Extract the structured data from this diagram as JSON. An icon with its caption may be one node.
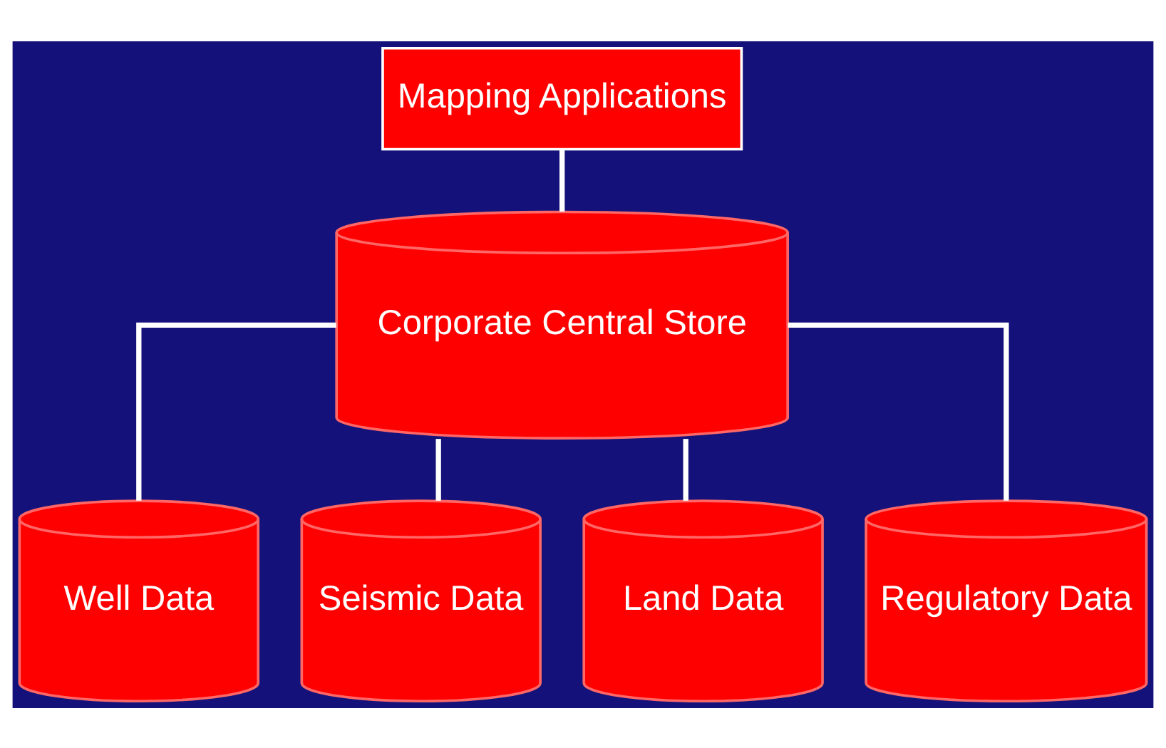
{
  "diagram": {
    "nodes": [
      {
        "text": [
          "Mapping Applications"
        ]
      },
      {
        "text": [
          "Corporate Central Store"
        ]
      },
      {
        "text": [
          "Well Data"
        ]
      },
      {
        "text": [
          "Seismic Data"
        ]
      },
      {
        "text": [
          "Land Data"
        ]
      },
      {
        "text": [
          "Regulatory Data"
        ]
      }
    ],
    "edges": [
      {
        "from": 0,
        "to": 1,
        "arrow": "none"
      },
      {
        "from": 1,
        "to": 2,
        "arrow": "none"
      },
      {
        "from": 1,
        "to": 3,
        "arrow": "none"
      },
      {
        "from": 1,
        "to": 4,
        "arrow": "none"
      },
      {
        "from": 1,
        "to": 5,
        "arrow": "none"
      }
    ]
  }
}
